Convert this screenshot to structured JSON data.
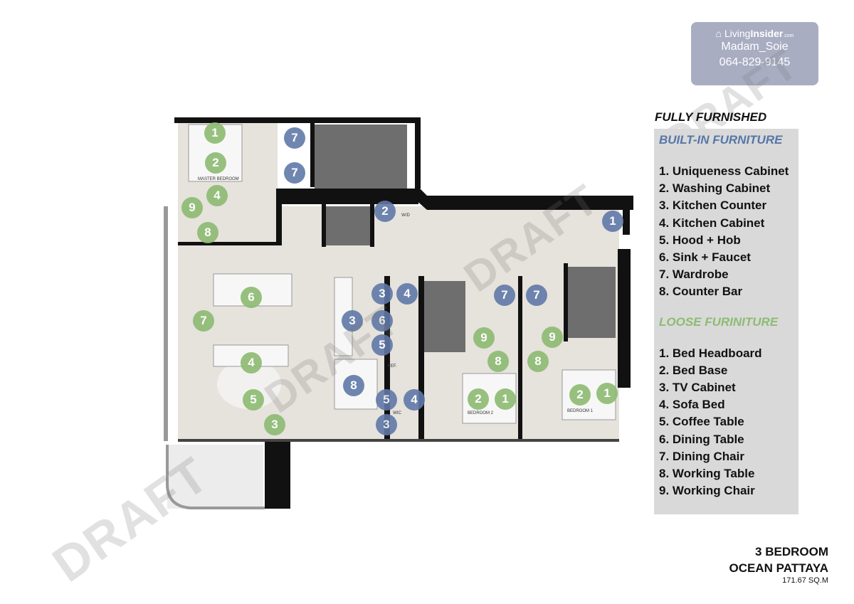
{
  "logo": {
    "brand_light": "Living",
    "brand_bold": "Insider",
    "brand_suffix": ".com",
    "agent": "Madam_Soie",
    "phone": "064-829-9145"
  },
  "plan": {
    "room_labels": [
      "MASTER BEDROOM",
      "BEDROOM 2",
      "BEDROOM 1",
      "W/D",
      "WIC",
      "REF."
    ],
    "markers": [
      "1",
      "2",
      "4",
      "9",
      "8",
      "6",
      "7",
      "4",
      "5",
      "3",
      "9",
      "8",
      "2",
      "1",
      "9",
      "8",
      "2",
      "1",
      "7",
      "7",
      "2",
      "1",
      "3",
      "4",
      "3",
      "6",
      "5",
      "8",
      "5",
      "4",
      "3",
      "7",
      "7"
    ]
  },
  "watermark": "DRAFT",
  "legend": {
    "title": "FULLY FURNISHED",
    "built_in_title": "BUILT-IN FURNITURE",
    "built_in": [
      "1. Uniqueness Cabinet",
      "2. Washing Cabinet",
      "3. Kitchen Counter",
      "4. Kitchen Cabinet",
      "5. Hood + Hob",
      "6. Sink + Faucet",
      "7. Wardrobe",
      "8. Counter Bar"
    ],
    "loose_title": "LOOSE FURINITURE",
    "loose": [
      "1. Bed Headboard",
      "2. Bed Base",
      "3. TV Cabinet",
      "4. Sofa Bed",
      "5. Coffee Table",
      "6. Dining Table",
      "7. Dining Chair",
      "8. Working Table",
      "9. Working Chair"
    ]
  },
  "footer": {
    "type": "3 BEDROOM",
    "project": "OCEAN PATTAYA",
    "area": "171.67 SQ.M"
  },
  "colors": {
    "built_in": "#6079a8",
    "loose": "#8dbb72",
    "wall": "#111111",
    "floor": "#e6e2dc",
    "wet": "#6e6e6e"
  }
}
